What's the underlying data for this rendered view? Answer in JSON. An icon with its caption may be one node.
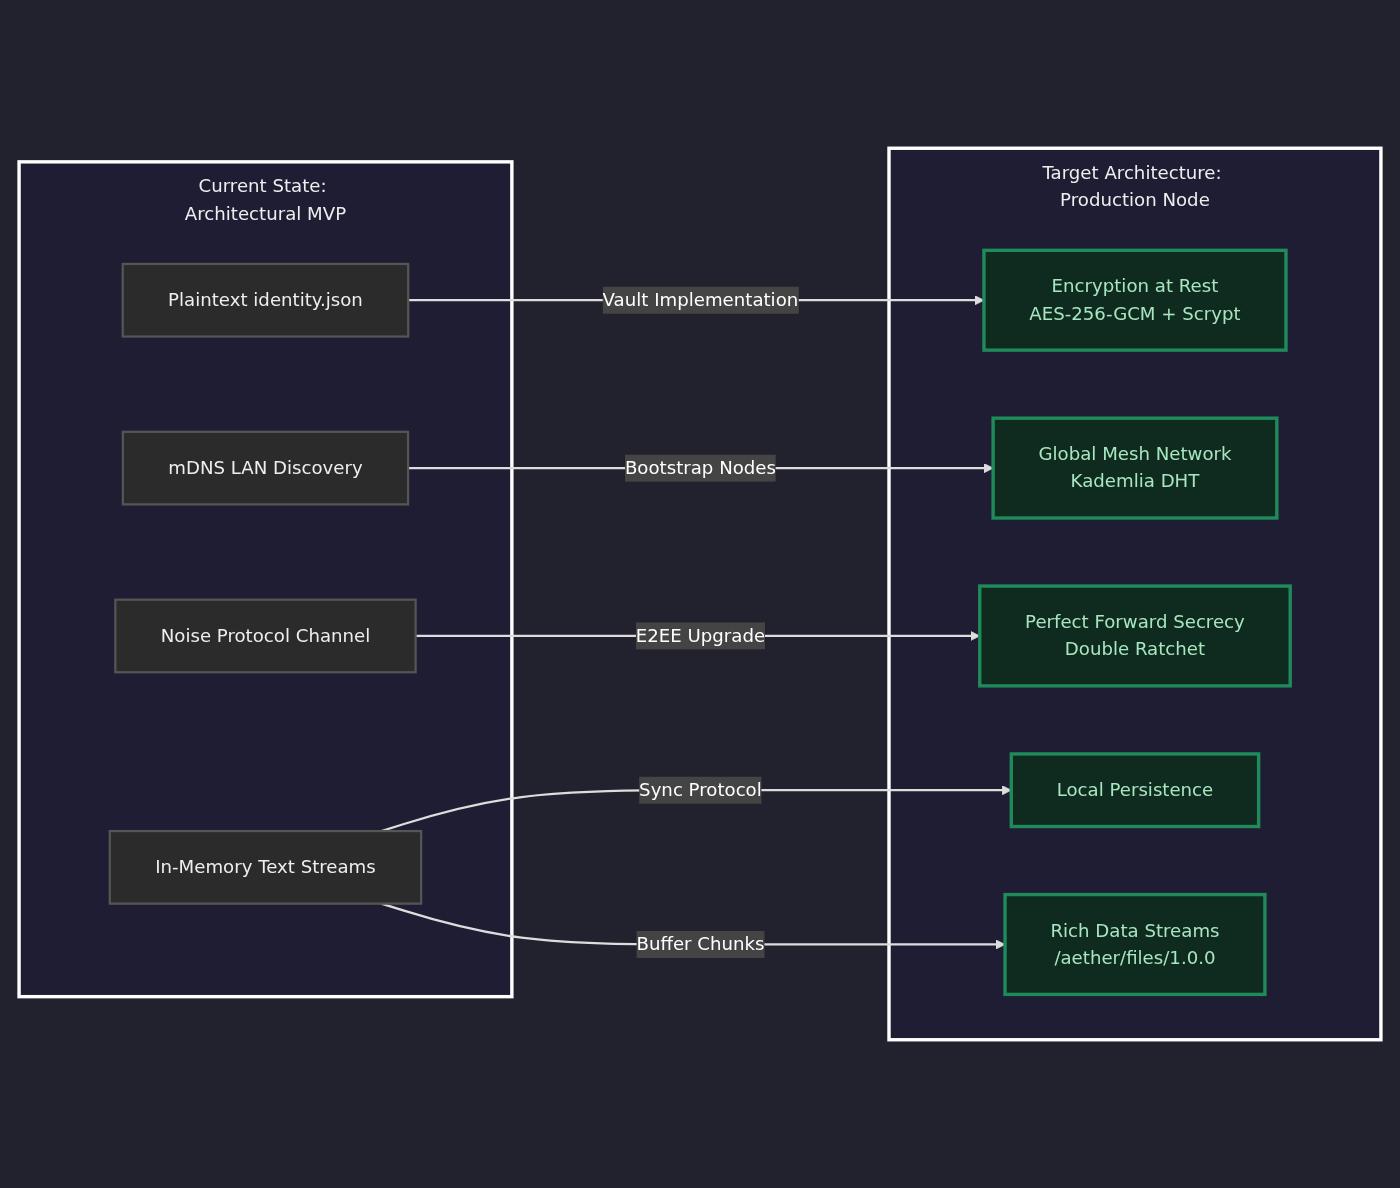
{
  "diagram": {
    "nodes": [
      {
        "text": [
          "Current State: Architectural MVP"
        ]
      },
      {
        "text": [
          "Plaintext identity.json"
        ],
        "in": 0
      },
      {
        "text": [
          "mDNS LAN Discovery"
        ],
        "in": 0
      },
      {
        "text": [
          "Noise Protocol Channel"
        ],
        "in": 0
      },
      {
        "text": [
          "In-Memory Text Streams"
        ],
        "in": 0
      },
      {
        "text": [
          "Target Architecture: Production Node"
        ]
      },
      {
        "text": [
          "Encryption at Rest",
          "AES-256-GCM + Scrypt"
        ],
        "in": 5
      },
      {
        "text": [
          "Global Mesh Network",
          "Kademlia DHT"
        ],
        "in": 5
      },
      {
        "text": [
          "Perfect Forward Secrecy",
          "Double Ratchet"
        ],
        "in": 5
      },
      {
        "text": [
          "Local Persistence"
        ],
        "in": 5
      },
      {
        "text": [
          "Rich Data Streams",
          "/aether/files/1.0.0"
        ],
        "in": 5
      }
    ],
    "edges": [
      {
        "from": 1,
        "to": 6,
        "arrow": "to",
        "label": "Vault Implementation"
      },
      {
        "from": 2,
        "to": 7,
        "arrow": "to",
        "label": "Bootstrap Nodes"
      },
      {
        "from": 3,
        "to": 8,
        "arrow": "to",
        "label": "E2EE Upgrade"
      },
      {
        "from": 4,
        "to": 9,
        "arrow": "to",
        "label": "Sync Protocol"
      },
      {
        "from": 4,
        "to": 10,
        "arrow": "to",
        "label": "Buffer Chunks"
      }
    ]
  }
}
